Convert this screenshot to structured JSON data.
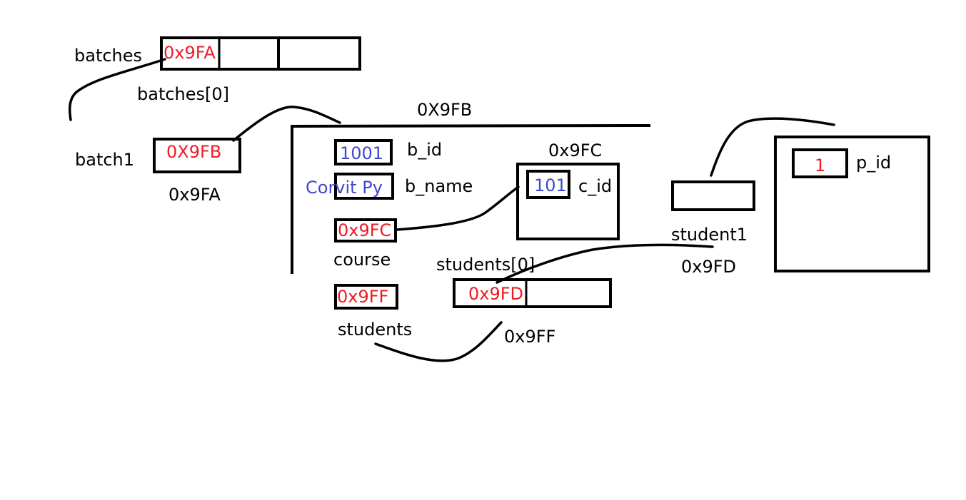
{
  "colors": {
    "ink": "#000000",
    "address": "#ed1c24",
    "value": "#3f48cc"
  },
  "batches": {
    "name": "batches",
    "cell0": "0x9FA",
    "index_label": "batches[0]"
  },
  "batch1": {
    "name": "batch1",
    "value": "0X9FB",
    "address": "0x9FA"
  },
  "batch_object": {
    "address": "0X9FB",
    "b_id": {
      "value": "1001",
      "name": "b_id"
    },
    "b_name": {
      "value": "Corvit Py",
      "name": "b_name"
    },
    "course": {
      "value": "0x9FC",
      "name": "course"
    },
    "students": {
      "value": "0x9FF",
      "name": "students"
    }
  },
  "course_object": {
    "address": "0x9FC",
    "c_id": {
      "value": "101",
      "name": "c_id"
    }
  },
  "students_array": {
    "index_label": "students[0]",
    "cell0": "0x9FD",
    "address": "0x9FF"
  },
  "student1": {
    "name": "student1",
    "address": "0x9FD"
  },
  "person_object": {
    "p_id": {
      "value": "1",
      "name": "p_id"
    }
  }
}
